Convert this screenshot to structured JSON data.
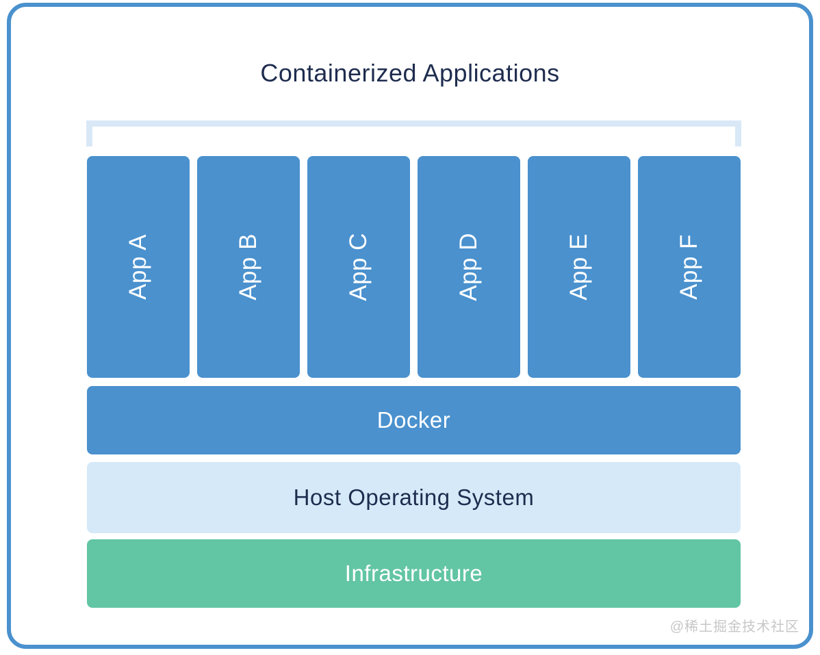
{
  "title": "Containerized Applications",
  "apps": [
    "App A",
    "App B",
    "App C",
    "App D",
    "App E",
    "App F"
  ],
  "layers": [
    {
      "id": "docker",
      "label": "Docker"
    },
    {
      "id": "host-os",
      "label": "Host Operating System"
    },
    {
      "id": "infrastructure",
      "label": "Infrastructure"
    }
  ],
  "watermark": "@稀土掘金技术社区",
  "colors": {
    "card_border": "#4a91ce",
    "app_box": "#4a91ce",
    "docker_bar": "#4a91ce",
    "host_os_bar": "#d6e9f8",
    "infrastructure_bar": "#62c5a3",
    "bracket": "#d9e8f7",
    "title_text": "#1e2c4e",
    "host_os_text": "#1e2c4e",
    "white_text": "#ffffff",
    "watermark_text": "#c7c7c7"
  }
}
